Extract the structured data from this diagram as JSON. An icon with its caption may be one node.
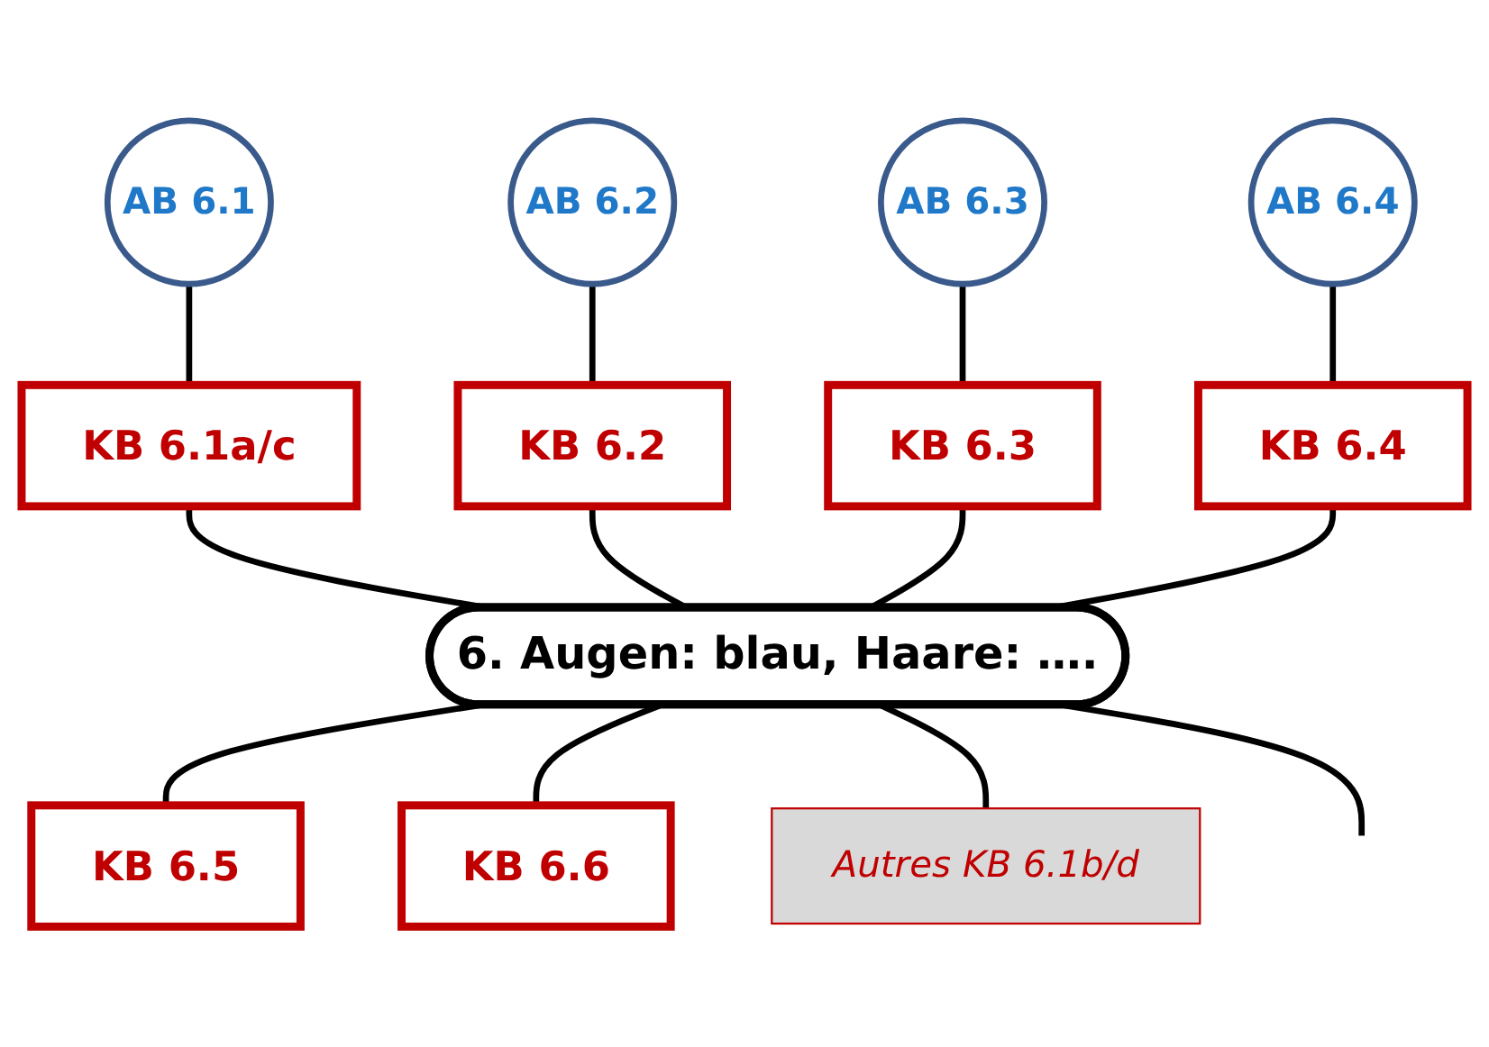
{
  "diagram": {
    "nodes": [
      {
        "text": [
          "6. Augen: blau, Haare: …."
        ]
      },
      {
        "text": [
          "KB 6.1a/c"
        ]
      },
      {
        "text": [
          "AB 6.1"
        ]
      },
      {
        "text": [
          "KB 6.2"
        ]
      },
      {
        "text": [
          "AB 6.2"
        ]
      },
      {
        "text": [
          "KB 6.3"
        ]
      },
      {
        "text": [
          "AB 6.3"
        ]
      },
      {
        "text": [
          "KB 6.4"
        ]
      },
      {
        "text": [
          "AB 6.4"
        ]
      },
      {
        "text": [
          "KB 6.5"
        ]
      },
      {
        "text": [
          "KB 6.6"
        ]
      },
      {
        "text": [
          "Autres KB 6.1b/d"
        ]
      }
    ],
    "edges": [
      {
        "from": 2,
        "to": 1,
        "arrow": "none"
      },
      {
        "from": 1,
        "to": 0,
        "arrow": "none"
      },
      {
        "from": 4,
        "to": 3,
        "arrow": "none"
      },
      {
        "from": 3,
        "to": 0,
        "arrow": "none"
      },
      {
        "from": 6,
        "to": 5,
        "arrow": "none"
      },
      {
        "from": 5,
        "to": 0,
        "arrow": "none"
      },
      {
        "from": 8,
        "to": 7,
        "arrow": "none"
      },
      {
        "from": 7,
        "to": 0,
        "arrow": "none"
      },
      {
        "from": 0,
        "to": 9,
        "arrow": "none"
      },
      {
        "from": 0,
        "to": 10,
        "arrow": "none"
      },
      {
        "from": 0,
        "to": 11,
        "arrow": "none"
      },
      {
        "from": 0,
        "to": null,
        "arrow": "none"
      }
    ]
  }
}
